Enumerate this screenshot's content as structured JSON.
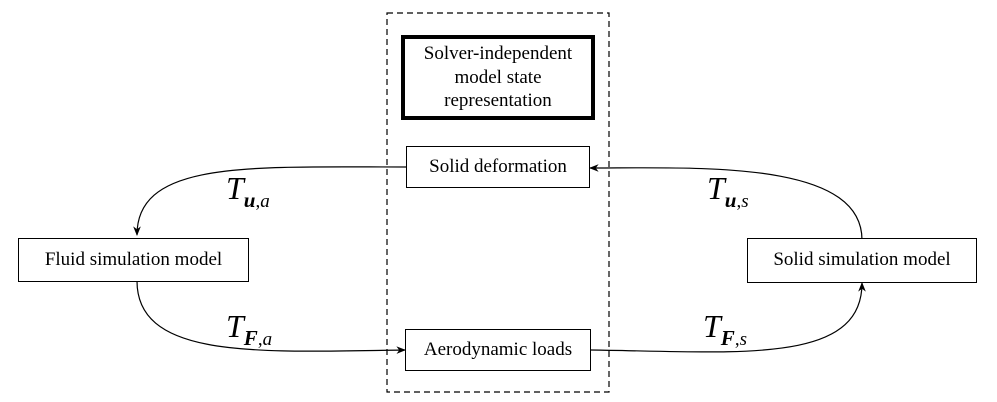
{
  "center_title": [
    "Solver-independent",
    "model state",
    "representation"
  ],
  "boxes": {
    "solid_deformation": "Solid deformation",
    "aerodynamic_loads": "Aerodynamic loads",
    "fluid_model": "Fluid simulation model",
    "solid_model": "Solid simulation model"
  },
  "labels": {
    "t_u_a": {
      "T": "T",
      "bold": "u",
      "rest": "a"
    },
    "t_u_s": {
      "T": "T",
      "bold": "u",
      "rest": "s"
    },
    "t_f_a": {
      "T": "T",
      "bold": "F",
      "rest": "a"
    },
    "t_f_s": {
      "T": "T",
      "bold": "F",
      "rest": "s"
    }
  },
  "colors": {
    "stroke": "#000000",
    "background": "#ffffff"
  }
}
